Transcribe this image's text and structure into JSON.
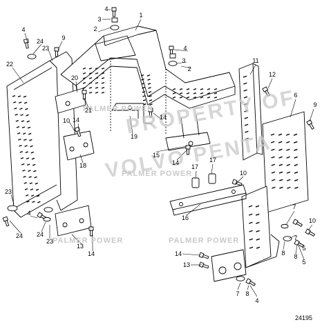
{
  "watermarks": {
    "brand_small": "PALMER POWER",
    "brand_big_line1": "PROPERTY OF",
    "brand_big_line2": "VOLVO PENTA"
  },
  "drawing_number": "24195",
  "callouts": [
    "1",
    "2",
    "3",
    "4",
    "4",
    "3",
    "2",
    "4",
    "24",
    "23",
    "9",
    "22",
    "11",
    "12",
    "6",
    "9",
    "20",
    "21",
    "10",
    "14",
    "14",
    "19",
    "15",
    "14",
    "17",
    "17",
    "10",
    "18",
    "16",
    "23",
    "4",
    "24",
    "24",
    "23",
    "13",
    "14",
    "7",
    "8",
    "10",
    "5",
    "7",
    "8",
    "5",
    "14",
    "13",
    "7",
    "8",
    "4"
  ]
}
